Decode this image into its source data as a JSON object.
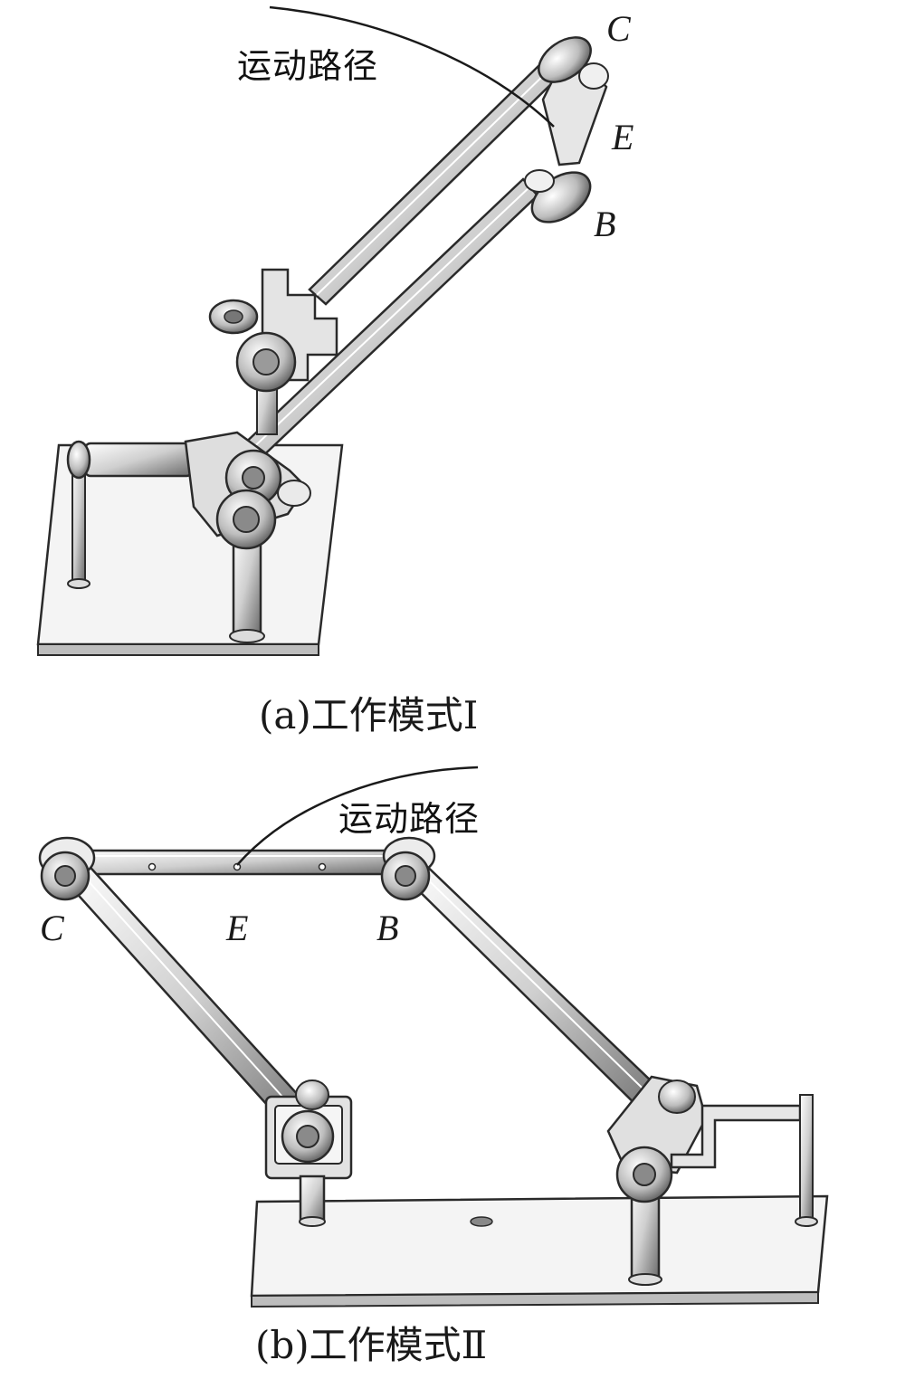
{
  "figure_a": {
    "annotation": "运动路径",
    "point_labels": {
      "c": "C",
      "e": "E",
      "b": "B"
    },
    "caption": "(a)工作模式Ⅰ"
  },
  "figure_b": {
    "annotation": "运动路径",
    "point_labels": {
      "c": "C",
      "e": "E",
      "b": "B"
    },
    "caption": "(b)工作模式Ⅱ"
  },
  "colors": {
    "metal": "#d9d9d9",
    "metal_dark": "#6e6e6e",
    "outline": "#2a2a2a",
    "plate": "#f2f2f2"
  }
}
